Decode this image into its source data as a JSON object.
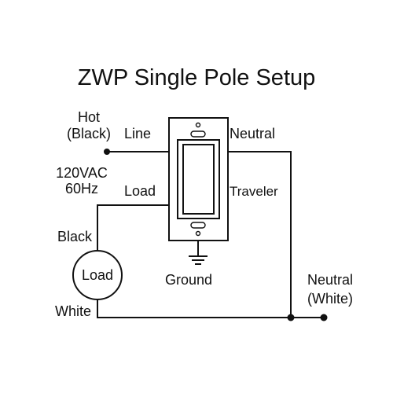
{
  "title": "ZWP Single Pole Setup",
  "labels": {
    "hot": "Hot",
    "hot_color": "(Black)",
    "line": "Line",
    "neutral_top": "Neutral",
    "voltage": "120VAC",
    "frequency": "60Hz",
    "load_terminal": "Load",
    "traveler": "Traveler",
    "black": "Black",
    "load": "Load",
    "white": "White",
    "ground": "Ground",
    "neutral_bottom": "Neutral",
    "neutral_bottom_color": "(White)"
  },
  "colors": {
    "ink": "#111111",
    "background": "#ffffff"
  }
}
